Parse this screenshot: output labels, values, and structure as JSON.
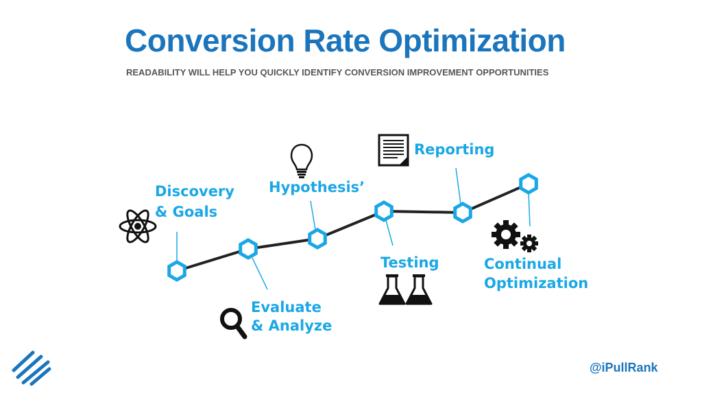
{
  "slide": {
    "title": "Conversion Rate Optimization",
    "subtitle": "READABILITY WILL HELP YOU QUICKLY IDENTIFY CONVERSION IMPROVEMENT OPPORTUNITIES",
    "handle": "@iPullRank"
  },
  "stages": [
    {
      "line1": "Discovery",
      "line2": "& Goals",
      "icon": "atom-icon"
    },
    {
      "line1": "Evaluate",
      "line2": "& Analyze",
      "icon": "magnifier-icon"
    },
    {
      "line1": "Hypothesis’",
      "line2": "",
      "icon": "lightbulb-icon"
    },
    {
      "line1": "Testing",
      "line2": "",
      "icon": "flask-icon"
    },
    {
      "line1": "Reporting",
      "line2": "",
      "icon": "document-icon"
    },
    {
      "line1": "Continual",
      "line2": "Optimization",
      "icon": "gears-icon"
    }
  ],
  "colors": {
    "title": "#1b75bc",
    "accent": "#1aa7e6",
    "line": "#222222",
    "subtitle": "#555555"
  }
}
